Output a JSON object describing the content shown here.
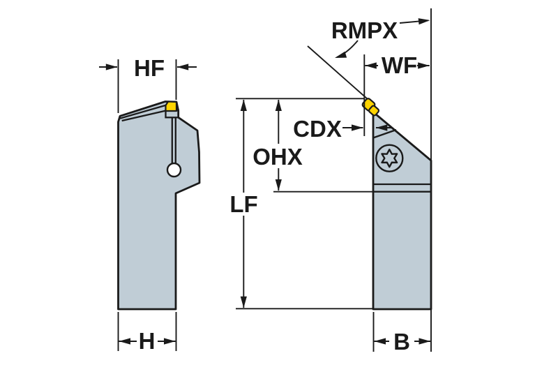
{
  "diagram": {
    "labels": {
      "hf": "HF",
      "h": "H",
      "rmpx": "RMPX",
      "wf": "WF",
      "cdx": "CDX",
      "ohx": "OHX",
      "lf": "LF",
      "b": "B"
    },
    "colors": {
      "background": "#ffffff",
      "body_fill": "#c0cdd6",
      "outline": "#1a1a1a",
      "insert_fill": "#ffd400",
      "hole_fill": "#ffffff"
    }
  }
}
